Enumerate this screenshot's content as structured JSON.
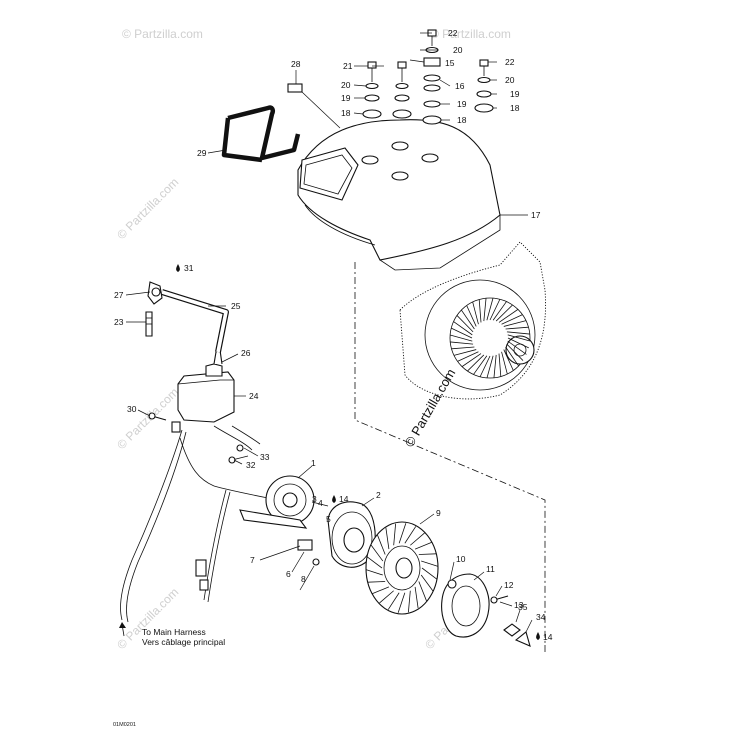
{
  "watermark": {
    "text": "© Partzilla.com",
    "main_text": "© Partzilla.com"
  },
  "harness_note": {
    "line_en": "To Main Harness",
    "line_fr": "Vers câblage principal"
  },
  "diagram_ref": "01M0201",
  "callouts": {
    "c1": "1",
    "c2": "2",
    "c3": "3",
    "c4": "4",
    "c5": "5",
    "c6": "6",
    "c7": "7",
    "c8": "8",
    "c9": "9",
    "c10": "10",
    "c11": "11",
    "c12": "12",
    "c13": "13",
    "c14a": "14",
    "c14b": "14",
    "c15": "15",
    "c16": "16",
    "c17": "17",
    "c18a": "18",
    "c18b": "18",
    "c18c": "18",
    "c19a": "19",
    "c19b": "19",
    "c19c": "19",
    "c20a": "20",
    "c20b": "20",
    "c20c": "20",
    "c21": "21",
    "c22a": "22",
    "c22b": "22",
    "c23": "23",
    "c24": "24",
    "c25": "25",
    "c26": "26",
    "c27": "27",
    "c28": "28",
    "c29": "29",
    "c30": "30",
    "c31": "31",
    "c32": "32",
    "c33": "33",
    "c34": "34",
    "c35": "35"
  }
}
